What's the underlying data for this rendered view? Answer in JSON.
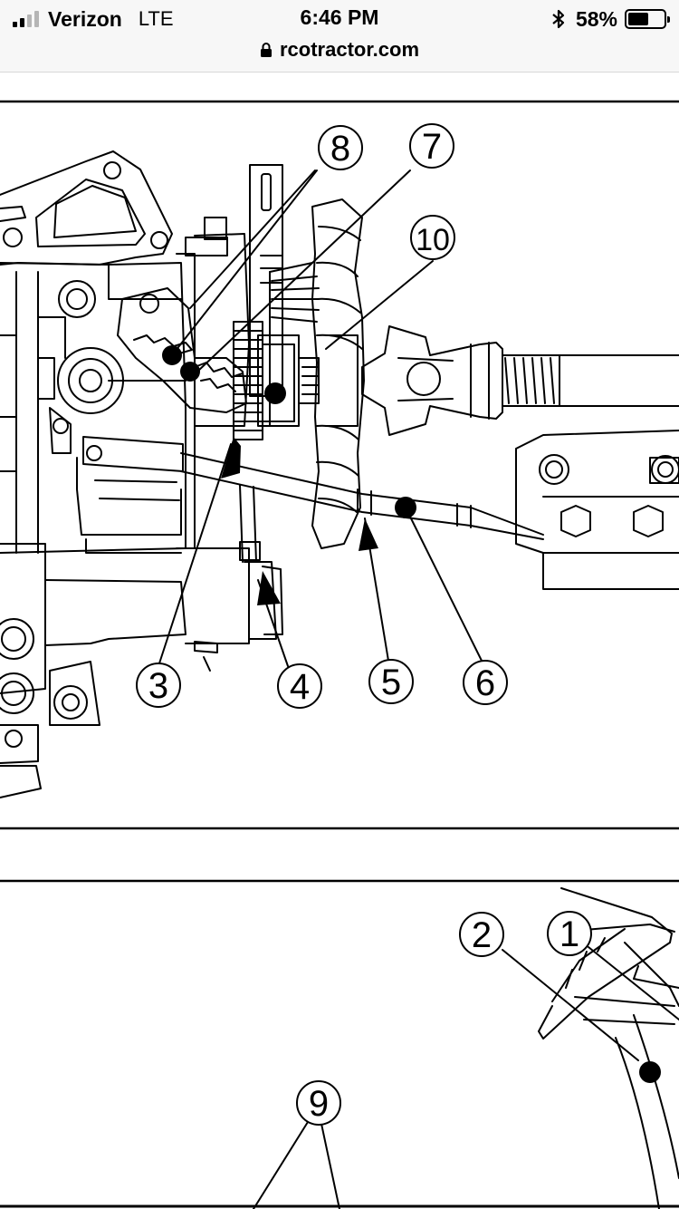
{
  "status_bar": {
    "carrier": "Verizon",
    "network": "LTE",
    "time": "6:46 PM",
    "battery_percent": "58%",
    "battery_level": 0.58,
    "signal_bars_active": 2,
    "icons": [
      "signal-icon",
      "bluetooth-icon",
      "battery-icon",
      "lock-icon"
    ]
  },
  "address_bar": {
    "url": "rcotractor.com"
  },
  "diagram": {
    "colors": {
      "line": "#000000",
      "background": "#ffffff"
    },
    "callouts_top": [
      "8",
      "7",
      "10",
      "3",
      "4",
      "5",
      "6"
    ],
    "callouts_bottom": [
      "2",
      "1",
      "9"
    ]
  }
}
